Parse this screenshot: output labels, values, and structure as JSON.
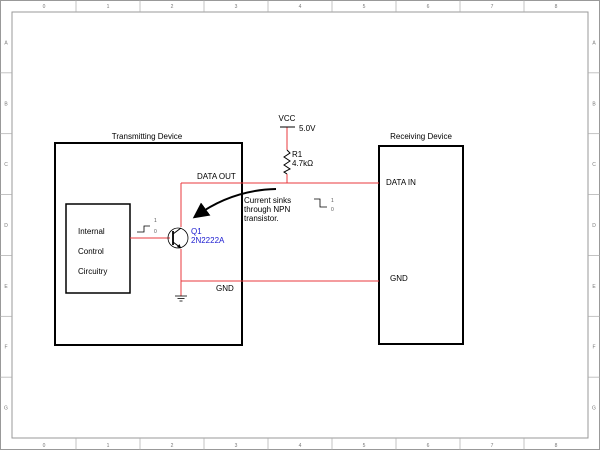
{
  "frame": {
    "columns": [
      "0",
      "1",
      "2",
      "3",
      "4",
      "5",
      "6",
      "7",
      "8"
    ],
    "rows": [
      "A",
      "B",
      "C",
      "D",
      "E",
      "F",
      "G"
    ]
  },
  "transmitter": {
    "title": "Transmitting Device",
    "internal": [
      "Internal",
      "Control",
      "Circuitry"
    ],
    "data_out": "DATA OUT",
    "gnd": "GND"
  },
  "receiver": {
    "title": "Receiving Device",
    "data_in": "DATA IN",
    "gnd": "GND"
  },
  "power": {
    "label": "VCC",
    "voltage": "5.0V"
  },
  "resistor": {
    "ref": "R1",
    "value": "4.7kΩ"
  },
  "transistor": {
    "ref": "Q1",
    "part": "2N2222A"
  },
  "annotation": [
    "Current sinks",
    "through NPN",
    "transistor."
  ],
  "logic_levels": {
    "high": "1",
    "low": "0"
  },
  "colors": {
    "wire": "#e8383d",
    "part_label": "#1a1ad0",
    "box": "#000000",
    "frame": "#999999"
  }
}
